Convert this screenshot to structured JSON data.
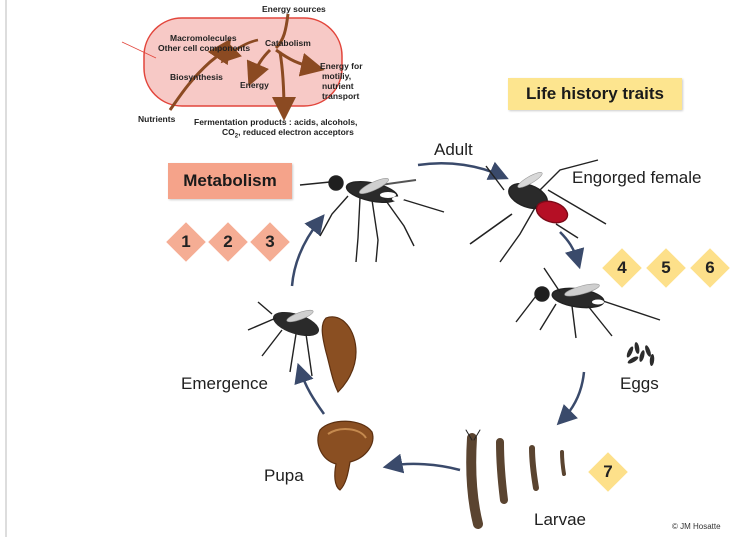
{
  "metabolism_diagram": {
    "energy_sources": "Energy sources",
    "macromolecules": "Macromolecules",
    "other_cell_components": "Other cell components",
    "catabolism": "Catabolism",
    "biosynthesis": "Biosynthesis",
    "energy": "Energy",
    "energy_for": "Energy for",
    "motility": "motiliy,",
    "nutrient": "nutrient",
    "transport": "transport",
    "nutrients": "Nutrients",
    "fermentation_line1": "Fermentation products : acids, alcohols,",
    "fermentation_line2_pre": "CO",
    "fermentation_line2_sub": "2",
    "fermentation_line2_post": ", reduced electron acceptors",
    "cell_fill": "#f7c9c6",
    "cell_stroke": "#e2453b",
    "arrow_color": "#8b4a22"
  },
  "labels": {
    "metabolism": "Metabolism",
    "life_history_traits": "Life history traits"
  },
  "stages": {
    "adult": "Adult",
    "engorged_female": "Engorged female",
    "eggs": "Eggs",
    "larvae": "Larvae",
    "pupa": "Pupa",
    "emergence": "Emergence"
  },
  "metabolism_numbers": [
    "1",
    "2",
    "3"
  ],
  "trait_numbers": [
    "4",
    "5",
    "6"
  ],
  "larvae_number": "7",
  "credit": "© JM Hosatte",
  "colors": {
    "metabolism_box": "#f5a38a",
    "metabolism_diamond": "#f5ad94",
    "traits_box": "#fde58f",
    "traits_diamond": "#fde08a",
    "cycle_arrow": "#3a4a6b"
  }
}
